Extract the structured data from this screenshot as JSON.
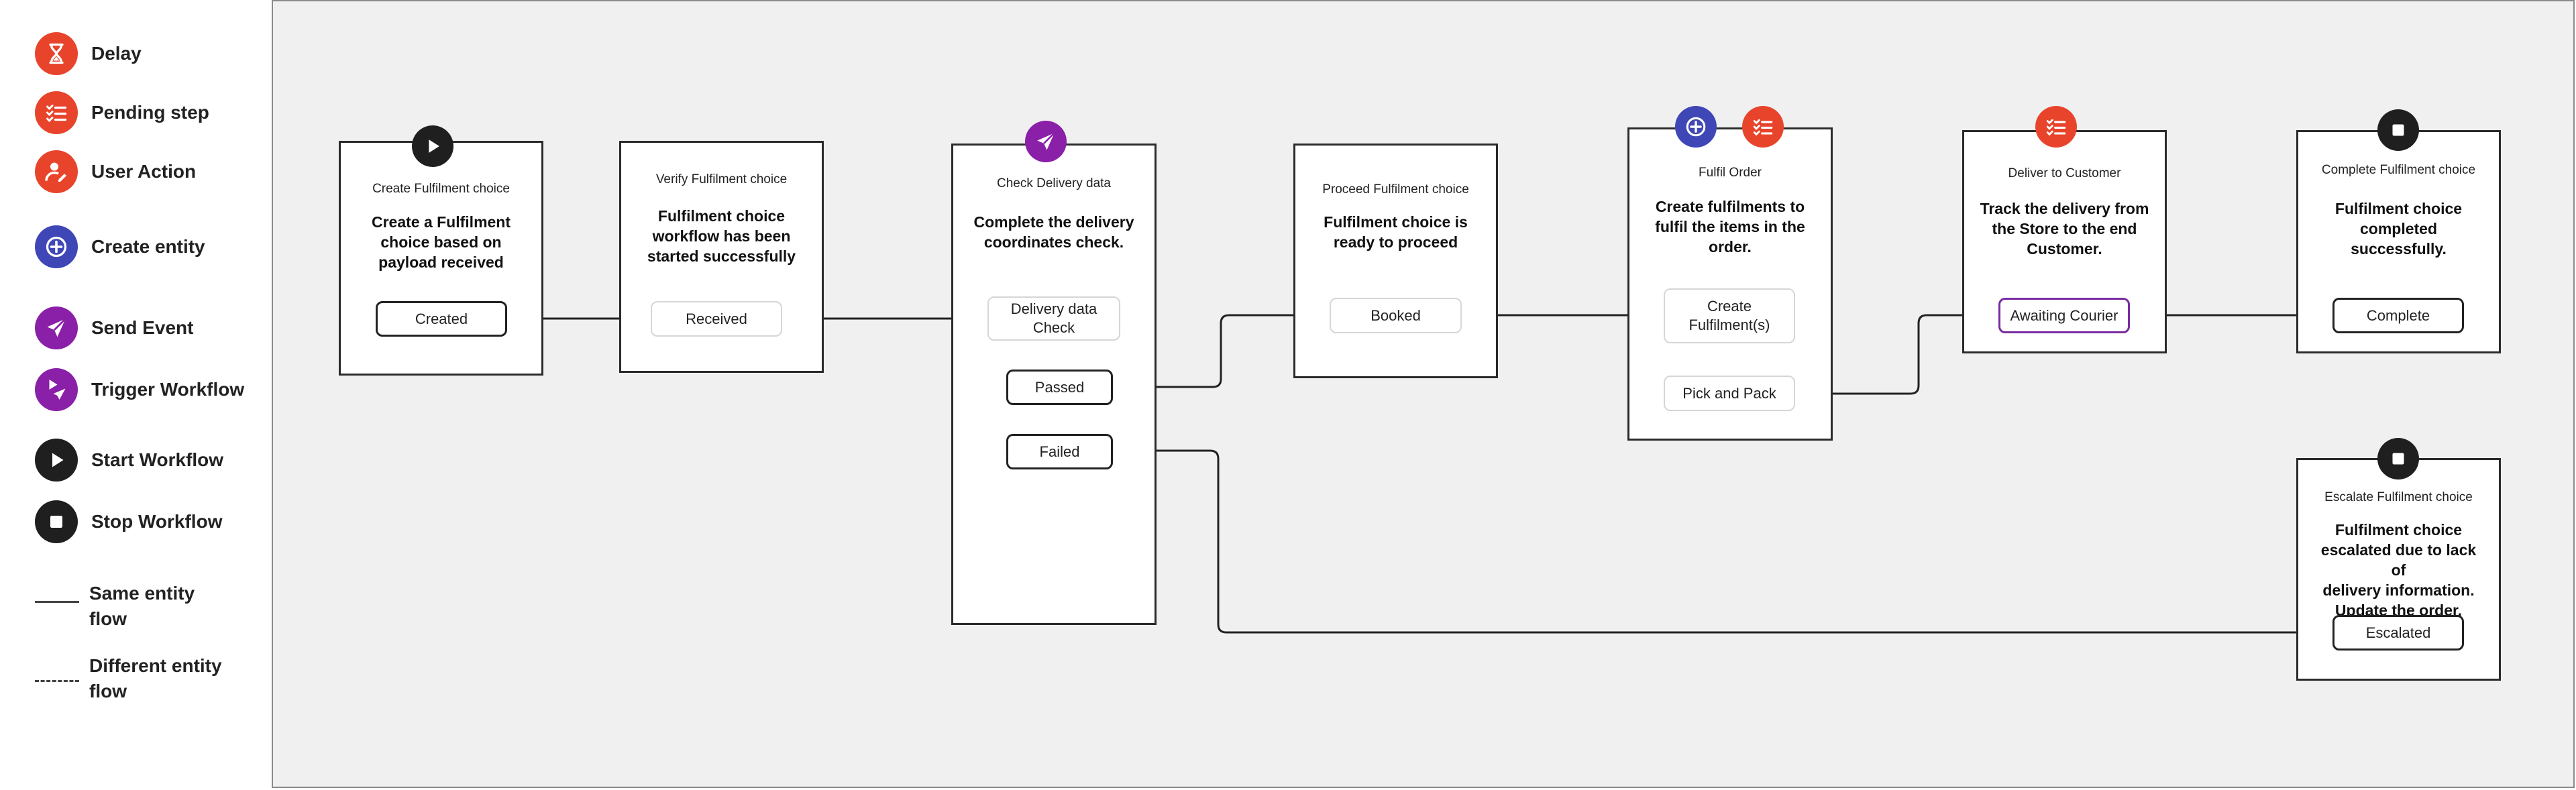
{
  "legend": {
    "items": [
      {
        "label": "Delay",
        "icon": "hourglass-icon",
        "color": "#e8442c"
      },
      {
        "label": "Pending step",
        "icon": "checklist-icon",
        "color": "#e8442c"
      },
      {
        "label": "User Action",
        "icon": "user-edit-icon",
        "color": "#e8442c"
      },
      {
        "label": "Create entity",
        "icon": "plus-icon",
        "color": "#3f46b5"
      },
      {
        "label": "Send Event",
        "icon": "paper-plane-icon",
        "color": "#8a1fa8"
      },
      {
        "label": "Trigger Workflow",
        "icon": "trigger-icon",
        "color": "#8a1fa8"
      },
      {
        "label": "Start Workflow",
        "icon": "play-icon",
        "color": "#1f1f1f"
      },
      {
        "label": "Stop Workflow",
        "icon": "stop-icon",
        "color": "#1f1f1f"
      }
    ],
    "same_flow_label_1": "Same entity",
    "same_flow_label_2": "flow",
    "diff_flow_label_1": "Different entity",
    "diff_flow_label_2": "flow"
  },
  "stages": [
    {
      "title": "Create Fulfilment choice",
      "desc": [
        "Create a Fulfilment",
        "choice based on",
        "payload received"
      ],
      "badge": "play-icon"
    },
    {
      "title": "Verify Fulfilment choice",
      "desc": [
        "Fulfilment choice",
        "workflow has been",
        "started successfully"
      ]
    },
    {
      "title": "Check Delivery data",
      "desc": [
        "Complete the delivery",
        "coordinates check."
      ],
      "badge": "paper-plane-icon"
    },
    {
      "title": "Proceed Fulfilment choice",
      "desc": [
        "Fulfilment choice is",
        "ready to proceed"
      ]
    },
    {
      "title": "Fulfil Order",
      "desc": [
        "Create fulfilments to",
        "fulfil the items in the",
        "order."
      ],
      "badges": [
        "plus-icon",
        "checklist-icon"
      ]
    },
    {
      "title": "Deliver to Customer",
      "desc": [
        "Track the delivery from",
        "the Store to the end",
        "Customer."
      ],
      "badge": "checklist-icon"
    },
    {
      "title": "Complete Fulfilment choice",
      "desc": [
        "Fulfilment choice",
        "completed successfully."
      ],
      "badge": "stop-icon"
    },
    {
      "title": "Escalate Fulfilment choice",
      "desc": [
        "Fulfilment choice",
        "escalated due to lack of",
        "delivery information.",
        "Update the order."
      ],
      "badge": "stop-icon"
    }
  ],
  "states": {
    "created": "Created",
    "received": "Received",
    "delivery_check_1": "Delivery data",
    "delivery_check_2": "Check",
    "passed": "Passed",
    "failed": "Failed",
    "booked": "Booked",
    "create_fulfilments_1": "Create",
    "create_fulfilments_2": "Fulfilment(s)",
    "pick_and_pack": "Pick and Pack",
    "awaiting_courier": "Awaiting Courier",
    "complete": "Complete",
    "escalated": "Escalated"
  },
  "colors": {
    "orange": "#e8442c",
    "blue": "#3f46b5",
    "purple": "#8a1fa8",
    "black": "#1f1f1f",
    "canvas": "#f0f0f0",
    "awaiting_border": "#7a2ba0"
  }
}
